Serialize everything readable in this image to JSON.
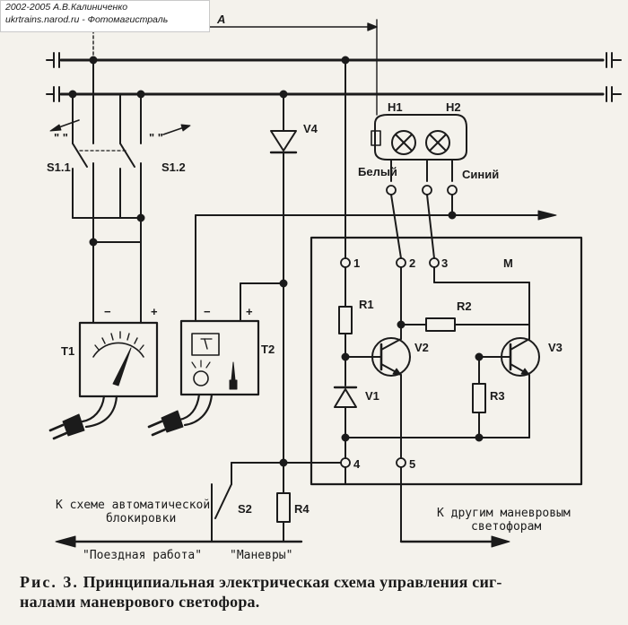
{
  "watermark": {
    "line1": "2002-2005 А.В.Калиниченко",
    "line2": "ukrtrains.narod.ru - Фотомагистраль"
  },
  "labels": {
    "dimension_a": "А",
    "lamp_h1": "Н1",
    "lamp_h2": "Н2",
    "white": "Белый",
    "blue": "Синий",
    "switch_s11": "S1.1",
    "switch_s12": "S1.2",
    "quote_left": "\"  \"",
    "quote_right": "\"  \"",
    "diode_v4": "V4",
    "transformer_t1": "Т1",
    "transformer_t2": "Т2",
    "minus": "−",
    "plus": "+",
    "module_m": "М",
    "terminal_1": "1",
    "terminal_2": "2",
    "terminal_3": "3",
    "terminal_4": "4",
    "terminal_5": "5",
    "r1": "R1",
    "r2": "R2",
    "r3": "R3",
    "r4": "R4",
    "v1": "V1",
    "v2": "V2",
    "v3": "V3",
    "switch_s2": "S2",
    "to_auto_block_1": "К схеме автоматической",
    "to_auto_block_2": "блокировки",
    "to_other_1": "К другим маневровым",
    "to_other_2": "светофорам",
    "train_work": "\"Поездная работа\"",
    "shunting": "\"Маневры\""
  },
  "caption": {
    "lead": "Рис. 3.",
    "line1": "Принципиальная электрическая схема управления сиг-",
    "line2": "налами маневрового светофора."
  }
}
